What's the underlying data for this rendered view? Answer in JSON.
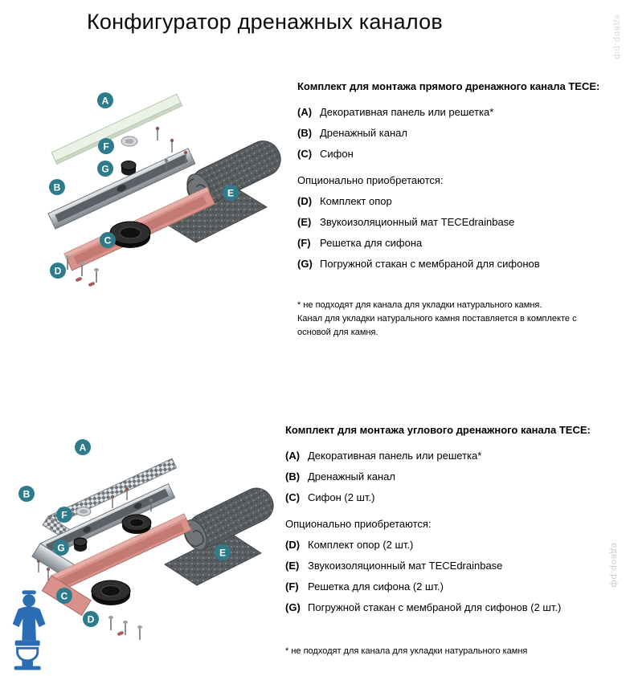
{
  "page": {
    "title": "Конфигуратор дренажных каналов",
    "watermark": "едвор.рф"
  },
  "badge_letters": [
    "A",
    "B",
    "C",
    "D",
    "E",
    "F",
    "G"
  ],
  "colors": {
    "badge_teal": "#2e7b8c",
    "channel_red": "#d9928b",
    "panel_green": "#e9f2e4",
    "steel_gray": "#b2b8bd",
    "mat_dark": "#595c5e",
    "logo_blue": "#2a6db5",
    "watermark_gray": "#c7ccd2"
  },
  "sections": [
    {
      "heading": "Комплект для монтажа прямого дренажного канала TECE:",
      "kit_items": [
        {
          "letter": "(A)",
          "text": "Декоративная панель или решетка*"
        },
        {
          "letter": "(B)",
          "text": "Дренажный канал"
        },
        {
          "letter": "(C)",
          "text": "Сифон"
        }
      ],
      "optional_heading": "Опционально приобретаются:",
      "optional_items": [
        {
          "letter": "(D)",
          "text": "Комплект опор"
        },
        {
          "letter": "(E)",
          "text": "Звукоизоляционный мат TECEdrainbase"
        },
        {
          "letter": "(F)",
          "text": "Решетка для сифона"
        },
        {
          "letter": "(G)",
          "text": "Погружной стакан с мембраной для сифонов"
        }
      ],
      "footnote": "* не подходят для канала для укладки натурального камня.\nКанал для укладки натурального камня поставляется в комплекте с\nосновой для камня."
    },
    {
      "heading": "Комплект для монтажа углового дренажного канала TECE:",
      "kit_items": [
        {
          "letter": "(A)",
          "text": "Декоративная панель или решетка*"
        },
        {
          "letter": "(B)",
          "text": "Дренажный канал"
        },
        {
          "letter": "(C)",
          "text": "Сифон (2 шт.)"
        }
      ],
      "optional_heading": "Опционально приобретаются:",
      "optional_items": [
        {
          "letter": "(D)",
          "text": "Комплект опор (2 шт.)"
        },
        {
          "letter": "(E)",
          "text": "Звукоизоляционный мат TECEdrainbase"
        },
        {
          "letter": "(F)",
          "text": "Решетка для сифона (2 шт.)"
        },
        {
          "letter": "(G)",
          "text": "Погружной стакан с мембраной для сифонов (2 шт.)"
        }
      ],
      "footnote": "* не подходят для канала для укладки натурального камня"
    }
  ]
}
